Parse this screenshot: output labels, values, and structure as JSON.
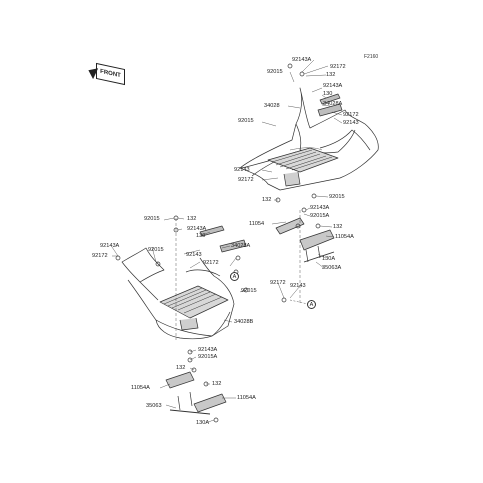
{
  "figure_id": "F2160",
  "front_marker": "FRONT",
  "callout_letter": "A",
  "part_labels": {
    "p92143A_top": "92143A",
    "p92172_top": "92172",
    "p132_top": "132",
    "p92015_top": "92015",
    "p92143A_top2": "92143A",
    "p130_top": "130",
    "p34028_top": "34028",
    "p34028A_top": "34028A",
    "p92015_top2": "92015",
    "p92172_top2": "92172",
    "p92143_top": "92143",
    "p92143_mid": "92143",
    "p92172_mid": "92172",
    "p132_mid": "132",
    "p92015_mid": "92015",
    "p92143A_mid": "92143A",
    "p11054_mid": "11054",
    "p92015A_mid": "92015A",
    "p132_mid2": "132",
    "p11054A_mid": "11054A",
    "p130A_mid": "130A",
    "p35063A_mid": "35063A",
    "p92015_left": "92015",
    "p132_left": "132",
    "p92143A_left": "92143A",
    "p130_left": "130",
    "p92143A_left2": "92143A",
    "p92015_left2": "92015",
    "p34028A_left": "34028A",
    "p92172_left": "92172",
    "p92143_left": "92143",
    "p92172_left2": "92172",
    "p92015_left3": "92015",
    "p92172_right": "92172",
    "p92143_right": "92143",
    "p34028B": "34028B",
    "p92143A_bot": "92143A",
    "p92015A_bot": "92015A",
    "p132_bot": "132",
    "p11054A_bot": "11054A",
    "p132_bot2": "132",
    "p11054A_bot2": "11054A",
    "p35063": "35063",
    "p130A_bot": "130A"
  }
}
